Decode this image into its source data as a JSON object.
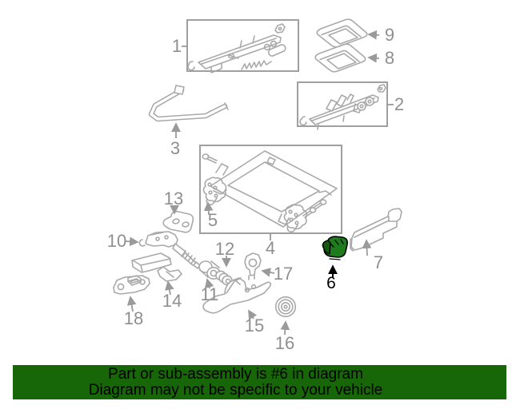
{
  "diagram": {
    "type": "exploded-parts-diagram",
    "highlighted_part": "6",
    "part_count": 18
  },
  "labels": {
    "p1": "1",
    "p2": "2",
    "p3": "3",
    "p4": "4",
    "p5": "5",
    "p6": "6",
    "p7": "7",
    "p8": "8",
    "p9": "9",
    "p10": "10",
    "p11": "11",
    "p12": "12",
    "p13": "13",
    "p14": "14",
    "p15": "15",
    "p16": "16",
    "p17": "17",
    "p18": "18"
  },
  "banner": {
    "line1": "Part or sub-assembly is #6 in diagram",
    "line2": "Diagram may not be specific to your vehicle"
  },
  "colors": {
    "bg": "#ffffff",
    "line": "#a9a9a9",
    "box_border": "#9f9f9f",
    "label": "#8f8f8f",
    "arrow": "#9a9a9a",
    "arrow_black": "#000000",
    "highlight_fill": "#1e7c1c",
    "highlight_flap": "#145a10",
    "highlight_outline": "#000000",
    "banner_bg": "#176608",
    "banner_text": "#000000"
  }
}
